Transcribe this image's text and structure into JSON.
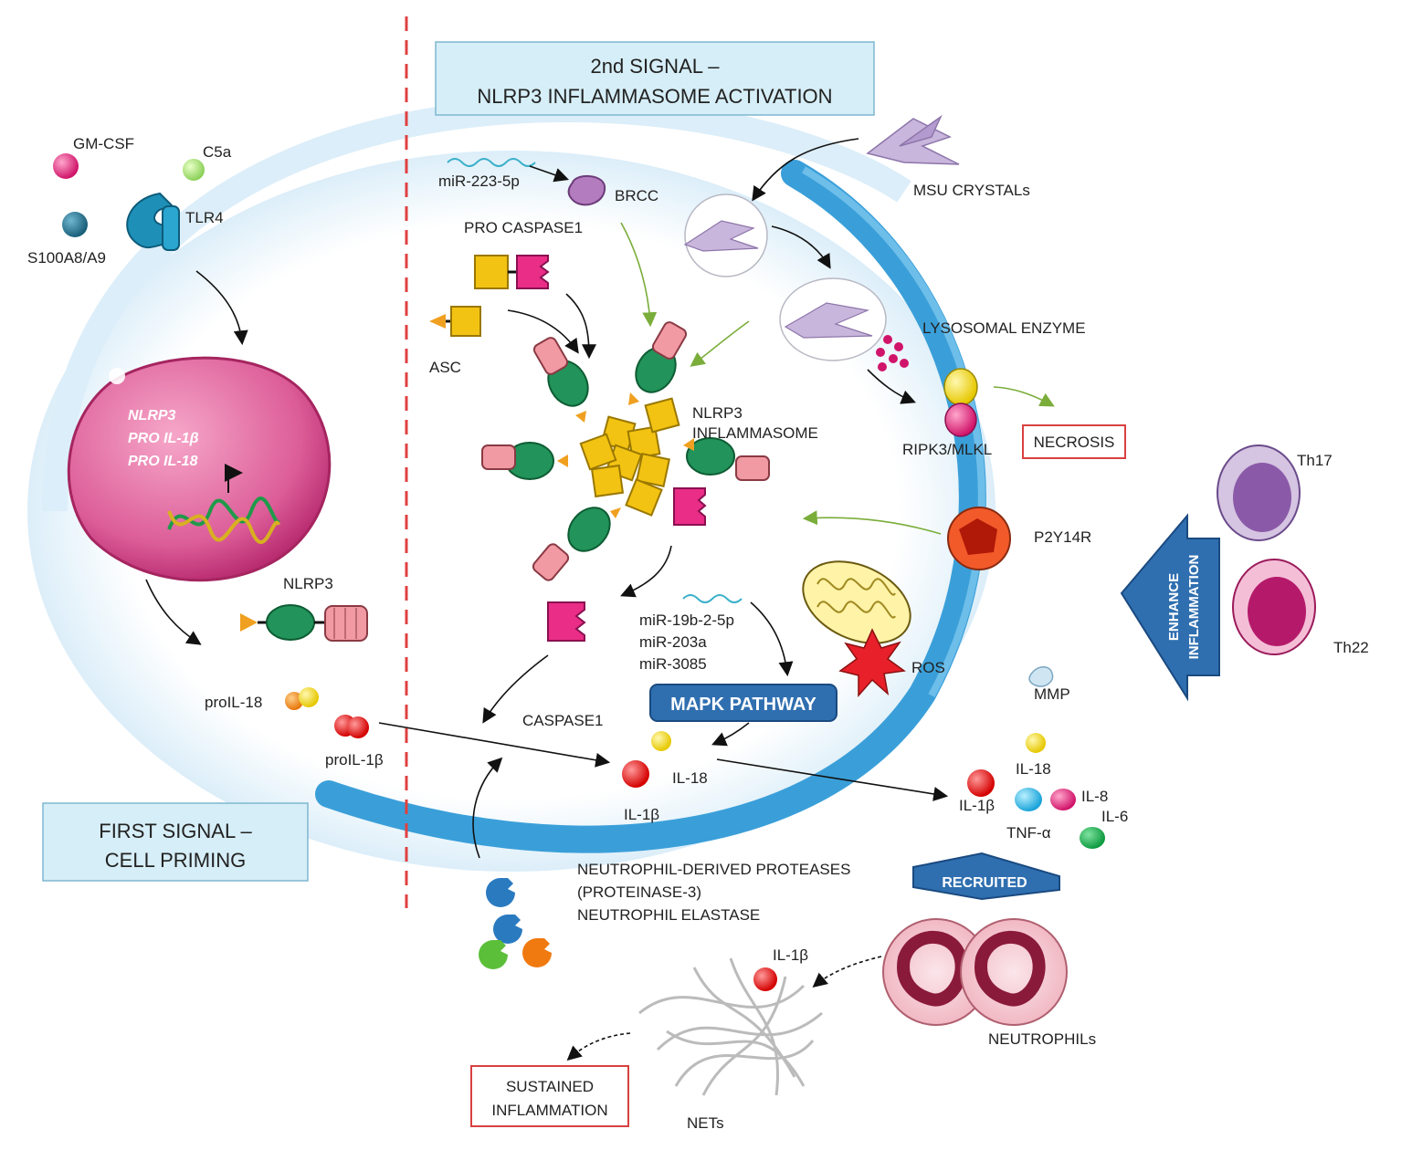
{
  "header": {
    "second_signal_line1": "2nd SIGNAL –",
    "second_signal_line2": "NLRP3 INFLAMMASOME  ACTIVATION",
    "first_signal_line1": "FIRST SIGNAL –",
    "first_signal_line2": "CELL PRIMING"
  },
  "priming": {
    "gmcsf": "GM-CSF",
    "c5a": "C5a",
    "tlr4": "TLR4",
    "s100": "S100A8/A9",
    "nucleus_lines": [
      "NLRP3",
      "PRO IL-1β",
      "PRO IL-18"
    ],
    "nlrp3": "NLRP3",
    "proil18": "proIL-18",
    "proil1b": "proIL-1β"
  },
  "activation": {
    "mir": "miR-223-5p",
    "brcc": "BRCC",
    "pro_caspase": "PRO CASPASE1",
    "asc": "ASC",
    "msu": "MSU CRYSTALs",
    "lysosomal": "LYSOSOMAL ENZYME",
    "inflammasome_1": "NLRP3",
    "inflammasome_2": "INFLAMMASOME",
    "ripk": "RIPK3/MLKL",
    "necrosis": "NECROSIS",
    "p2y14r": "P2Y14R",
    "ros": "ROS",
    "mir_list": [
      "miR-19b-2-5p",
      "miR-203a",
      "miR-3085"
    ],
    "mapk": "MAPK PATHWAY",
    "caspase1": "CASPASE1",
    "il18": "IL-18",
    "il1b": "IL-1β",
    "mmp": "MMP",
    "proteases": [
      "NEUTROPHIL-DERIVED PROTEASES",
      "(PROTEINASE-3)",
      "NEUTROPHIL ELASTASE"
    ]
  },
  "outside": {
    "il18": "IL-18",
    "il1b": "IL-1β",
    "il8": "IL-8",
    "il6": "IL-6",
    "tnf": "TNF-α",
    "th17": "Th17",
    "th22": "Th22",
    "enhance_1": "ENHANCE",
    "enhance_2": "INFLAMMATION",
    "recruited": "RECRUITED",
    "neutrophils": "NEUTROPHILs",
    "nets_il1b": "IL-1β",
    "nets": "NETs",
    "sustained_1": "SUSTAINED",
    "sustained_2": "INFLAMMATION"
  },
  "colors": {
    "cell_fill": "#dceef9",
    "membrane": "#3a9fd9",
    "divider": "#e04040",
    "box_fill": "#d6eef7",
    "red_box": "#d94040",
    "nucleus": "#d94f8e",
    "blue_arrow": "#2f6fb0",
    "green_arrow": "#7aad3a"
  }
}
